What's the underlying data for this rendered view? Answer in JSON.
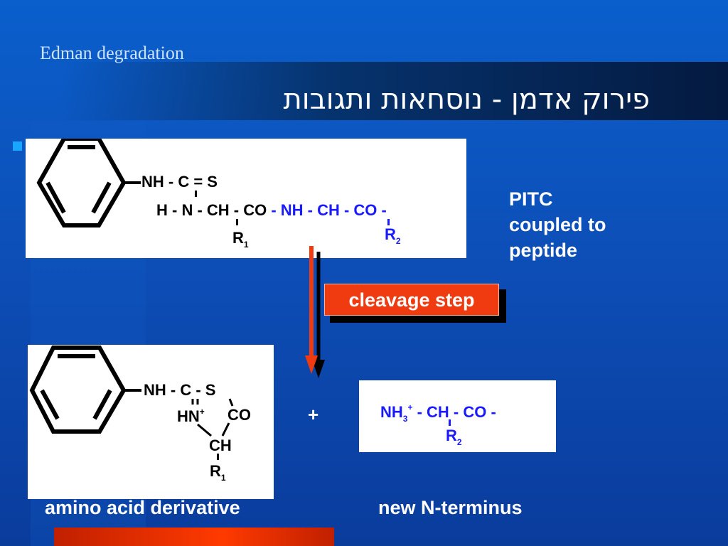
{
  "slide": {
    "subtitle": "Edman degradation",
    "title": "פירוק אדמן - נוסחאות ותגובות"
  },
  "pitc_panel": {
    "line1": "NH - C = S",
    "line2_black": "H - N - CH - CO",
    "line2_blue": " - NH - CH - CO -",
    "r1": "R",
    "r1_sub": "1",
    "r2": "R",
    "r2_sub": "2"
  },
  "pitc_label": [
    "PITC",
    "coupled to",
    "peptide"
  ],
  "cleavage_label": "cleavage step",
  "derivative_panel": {
    "line1": "NH - C - S",
    "hn": "HN",
    "hn_sup": "+",
    "co": "CO",
    "ch": "CH",
    "r1": "R",
    "r1_sub": "1"
  },
  "plus": "+",
  "terminus_panel": {
    "nh3": "NH",
    "nh3_sub": "3",
    "nh3_sup": "+",
    "rest": " - CH - CO -",
    "r2": "R",
    "r2_sub": "2"
  },
  "captions": {
    "left": "amino acid derivative",
    "right": "new N-terminus"
  },
  "colors": {
    "background": "#0d4fb8",
    "accent_orange": "#f03a10",
    "chem_blue": "#1a1aff",
    "bullet": "#19a6ff"
  }
}
